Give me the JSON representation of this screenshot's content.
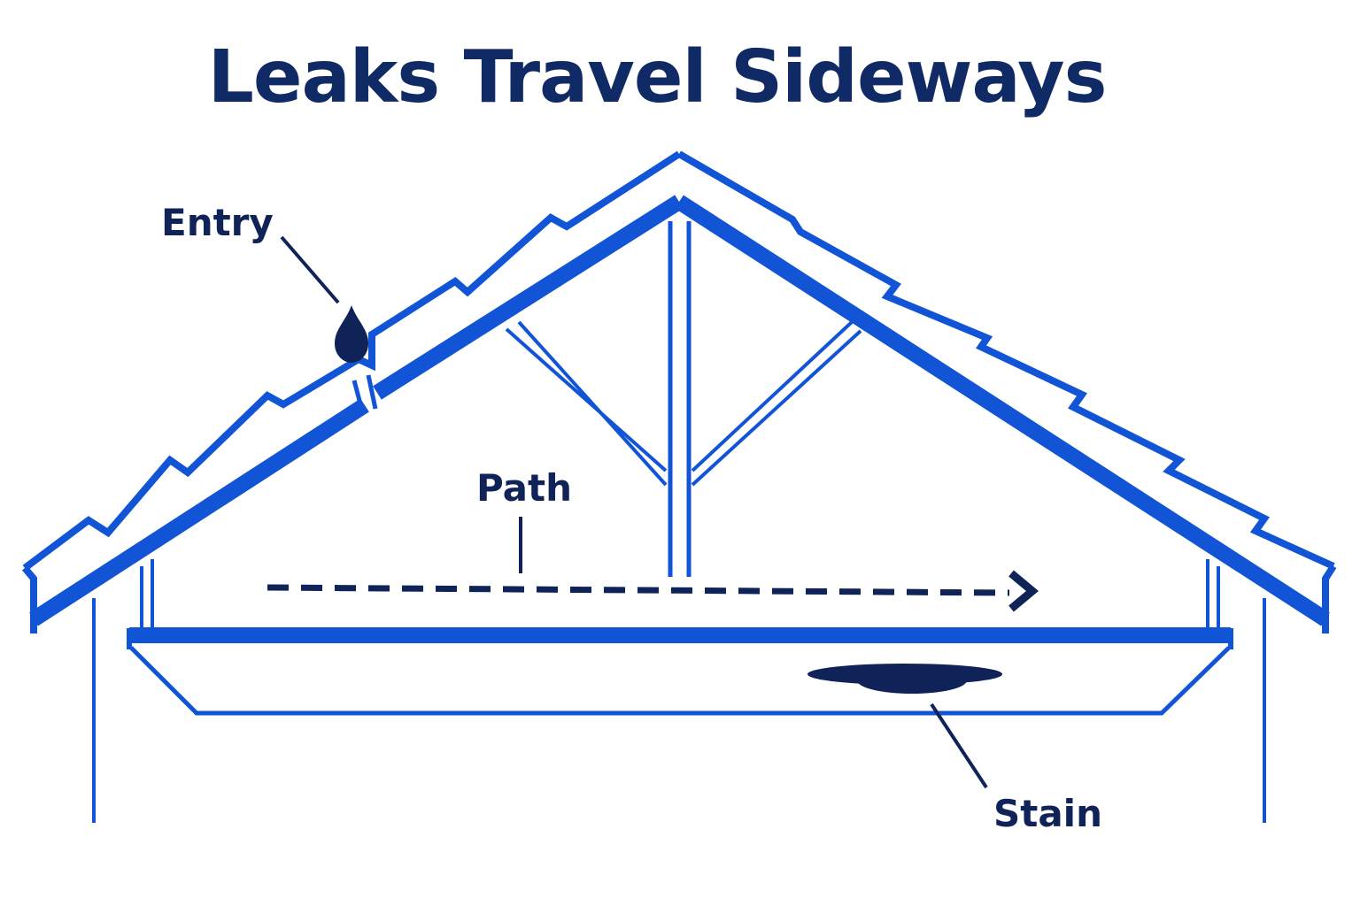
{
  "title": "Leaks Travel Sideways",
  "labels": {
    "entry": "Entry",
    "path": "Path",
    "stain": "Stain"
  },
  "colors": {
    "title": "#102a66",
    "structure": "#1155d6",
    "annotation": "#0f2358",
    "background": "#ffffff"
  }
}
